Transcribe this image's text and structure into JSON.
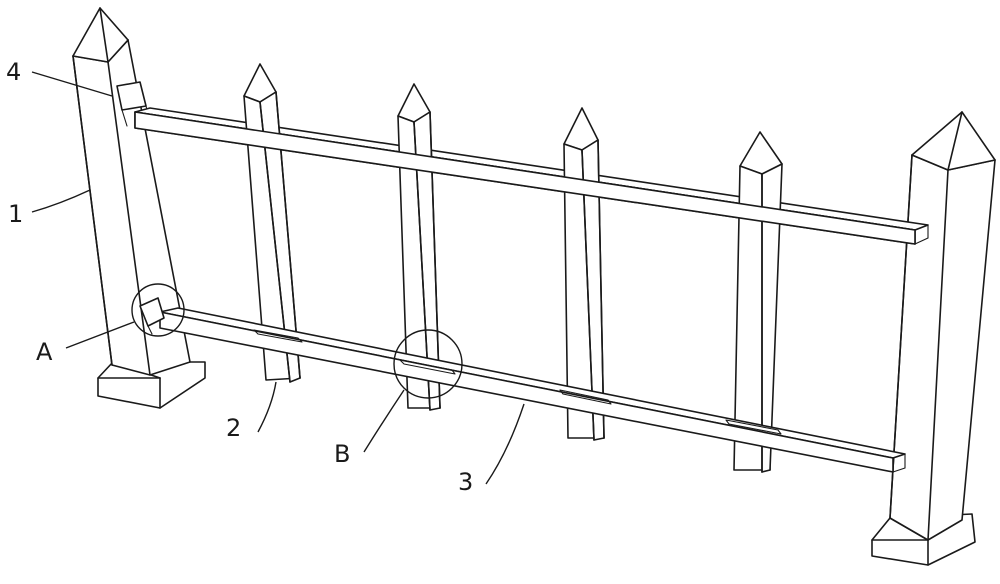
{
  "labels": {
    "post": "1",
    "picket": "2",
    "rail": "3",
    "bracket": "4",
    "detail_a": "A",
    "detail_b": "B"
  },
  "colors": {
    "line": "#1a1a1a",
    "background": "#ffffff"
  }
}
